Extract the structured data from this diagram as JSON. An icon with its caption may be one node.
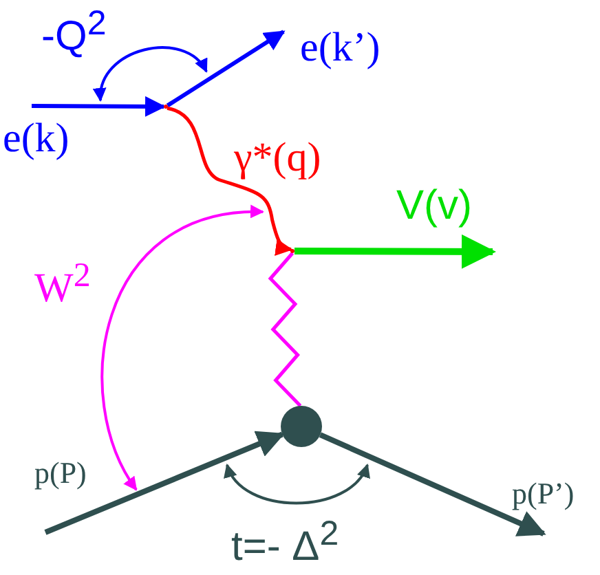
{
  "diagram": {
    "nodes": [
      {
        "text": [],
        "shape": "point"
      },
      {
        "text": [],
        "shape": "point"
      },
      {
        "text": [],
        "shape": "circle"
      }
    ],
    "edges": [
      {
        "from": null,
        "to": 0,
        "arrow": "to",
        "label": "e(k)",
        "color": "#0000ff"
      },
      {
        "from": 0,
        "to": null,
        "arrow": "to",
        "label": "e(k’)",
        "color": "#0000ff"
      },
      {
        "from": 0,
        "to": 1,
        "arrow": "to",
        "label": "γ*(q)",
        "color": "#ff0000"
      },
      {
        "from": 1,
        "to": null,
        "arrow": "to",
        "label": "V(v)",
        "color": "#00e000"
      },
      {
        "from": 1,
        "to": 2,
        "arrow": "none",
        "color": "#ff00ff"
      },
      {
        "from": null,
        "to": 2,
        "arrow": "to",
        "label": "p(P)",
        "color": "#2f4f4f"
      },
      {
        "from": 2,
        "to": null,
        "arrow": "to",
        "label": "p(P’)",
        "color": "#2f4f4f"
      }
    ],
    "labels": [
      "-Q$^{2}$",
      "W$^{2}$",
      "t=- Δ$^{2}$"
    ]
  }
}
